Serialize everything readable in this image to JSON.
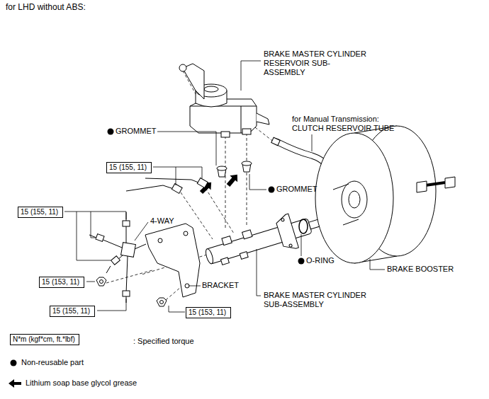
{
  "diagram": {
    "title": "for LHD without ABS:",
    "nodes": [
      {
        "text": [
          "15 (155, 11)"
        ]
      },
      {
        "text": [
          "15 (155, 11)"
        ]
      },
      {
        "text": [
          "15 (153, 11)"
        ]
      },
      {
        "text": [
          "15 (155, 11)"
        ]
      },
      {
        "text": [
          "15 (153, 11)"
        ]
      },
      {
        "text": [
          "N*m (kgf*cm, ft.*lbf)"
        ]
      }
    ],
    "labels": [
      "BRAKE MASTER CYLINDER RESERVOIR SUB-ASSEMBLY",
      "for Manual Transmission: CLUTCH RESERVOIR TUBE",
      "GROMMET",
      "GROMMET",
      "4-WAY",
      "O-RING",
      "BRAKE BOOSTER",
      "BRACKET",
      "BRAKE MASTER CYLINDER SUB-ASSEMBLY"
    ],
    "legend": [
      {
        "text": ": Specified torque"
      },
      {
        "text": "Non-reusable part"
      },
      {
        "text": "Lithium soap base glycol grease"
      }
    ]
  }
}
